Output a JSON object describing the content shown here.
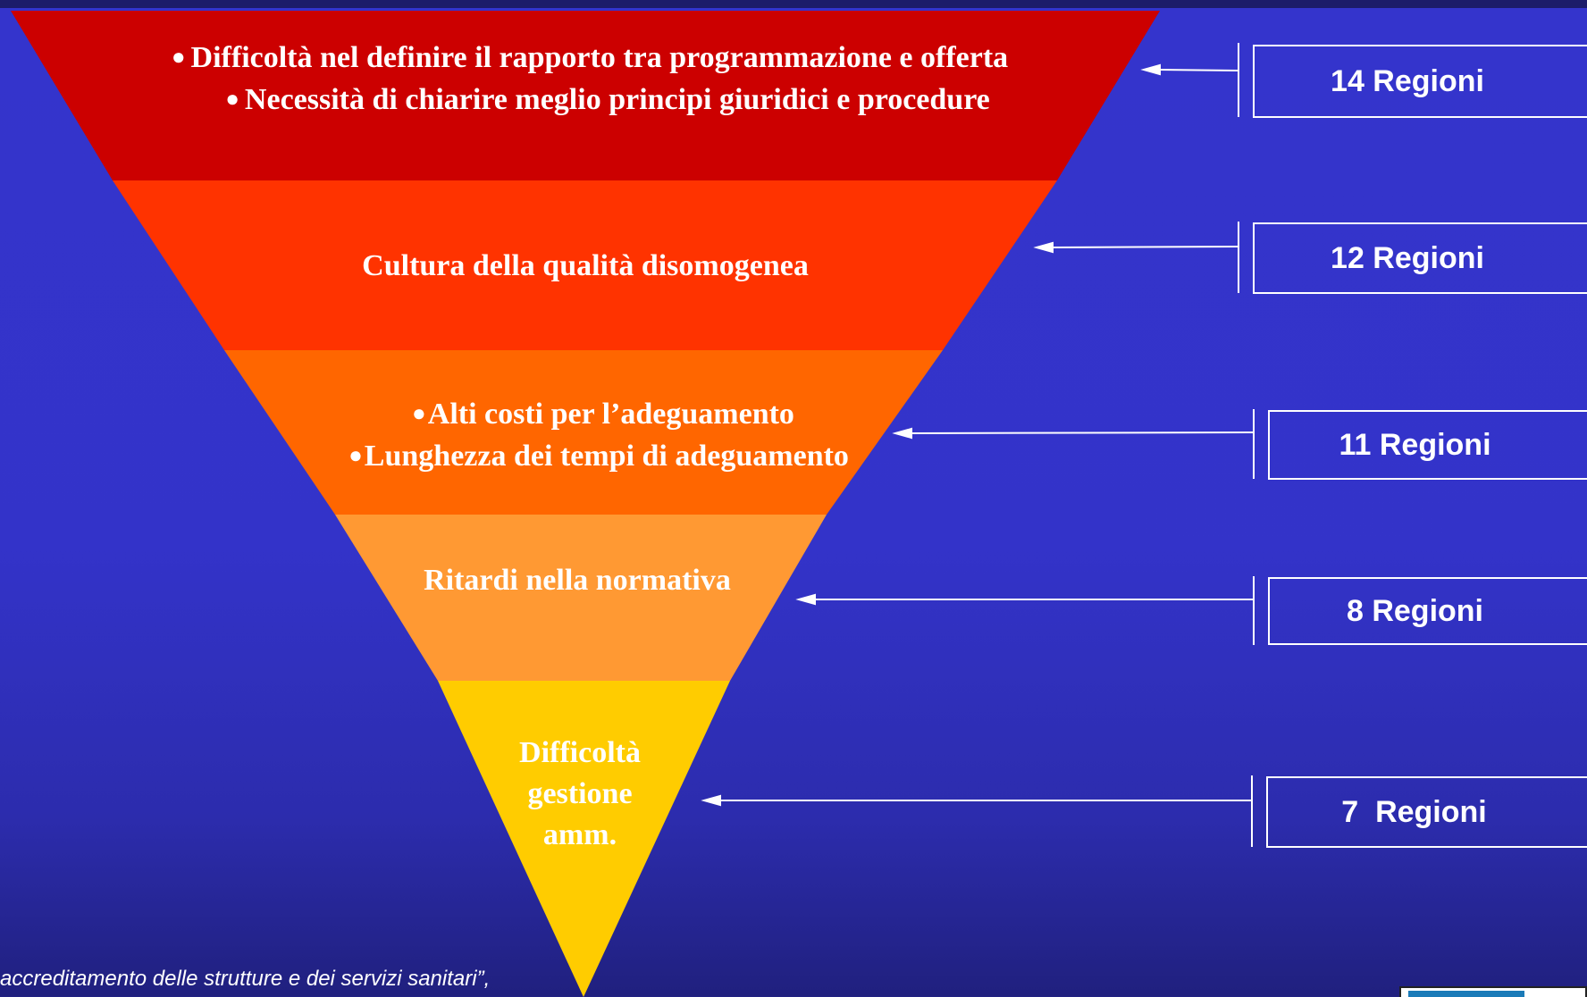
{
  "colors": {
    "background": "#3333c9",
    "layer1": "#cc0000",
    "layer2": "#ff3300",
    "layer3": "#ff6600",
    "layer4": "#ff9933",
    "layer5": "#ffcc00",
    "text": "#ffffff"
  },
  "pyramid": {
    "layers": [
      {
        "lines": [
          "Difficoltà nel definire il rapporto tra programmazione e offerta",
          "Necessità di chiarire meglio principi giuridici e procedure"
        ],
        "bullets": true,
        "count_label": "14 Regioni"
      },
      {
        "lines": [
          "Cultura della qualità disomogenea"
        ],
        "bullets": false,
        "count_label": "12 Regioni"
      },
      {
        "lines": [
          "Alti costi per l’adeguamento",
          "Lunghezza dei tempi di adeguamento"
        ],
        "bullets": true,
        "count_label": "11 Regioni"
      },
      {
        "lines": [
          "Ritardi nella normativa"
        ],
        "bullets": false,
        "count_label": "8 Regioni"
      },
      {
        "lines": [
          "Difficoltà",
          "gestione",
          "amm."
        ],
        "bullets": false,
        "count_label": "7  Regioni"
      }
    ]
  },
  "source_note": {
    "line1": "accreditamento delle strutture e dei servizi sanitari”,"
  },
  "bullet_icon": "black-circle-bullet-icon"
}
